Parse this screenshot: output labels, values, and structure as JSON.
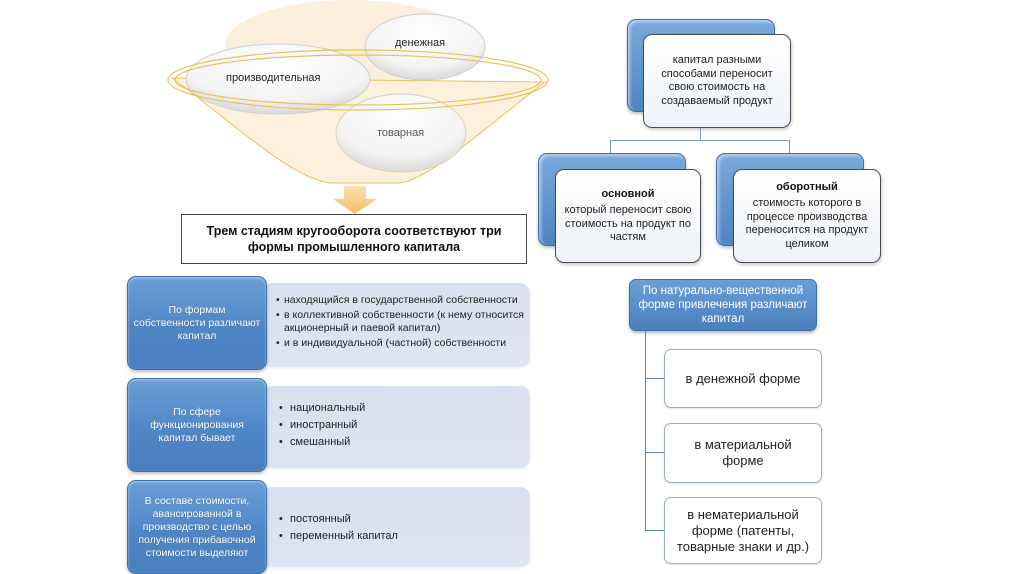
{
  "funnel": {
    "stages": [
      {
        "id": "money",
        "label": "денежная"
      },
      {
        "id": "productive",
        "label": "производительная"
      },
      {
        "id": "commodity",
        "label": "товарная"
      }
    ],
    "colors": {
      "funnel_fill": "#fbe9cf",
      "funnel_stroke": "#e8c15a",
      "arrow": "#f6c77a"
    }
  },
  "heading": {
    "line1": "Трем стадиям кругооборота соответствуют три",
    "line2": "формы промышленного капитала"
  },
  "rows": [
    {
      "title": "По формам собственности различают капитал",
      "bullets": [
        "находящийся в государственной собственности",
        "в коллективной собственности (к нему относится акционерный и паевой капитал)",
        "и в индивидуальной (частной) собственности"
      ]
    },
    {
      "title": "По сфере функционирования капитал бывает",
      "bullets": [
        "национальный",
        "иностранный",
        "смешанный"
      ]
    },
    {
      "title": "В составе стоимости, авансированной в производство с целью получения прибавочной стоимости выделяют",
      "bullets": [
        "постоянный",
        "переменный капитал"
      ]
    }
  ],
  "transfer": {
    "root": "капитал разными способами переносит свою стоимость на создаваемый продукт",
    "children": [
      {
        "title": "основной",
        "text": "который переносит свою стоимость на продукт по частям"
      },
      {
        "title": "оборотный",
        "text": "стоимость которого в процессе производства переносится на продукт целиком"
      }
    ]
  },
  "natural_form": {
    "header": "По натурально-вещественной форме привлечения различают капитал",
    "items": [
      "в денежной форме",
      "в материальной форме",
      "в нематериальной форме (патенты, товарные знаки и др.)"
    ]
  },
  "colors": {
    "accent_blue": "#4f86c6",
    "panel_light": "#dbe3f1",
    "connector": "#7a9cc4"
  }
}
